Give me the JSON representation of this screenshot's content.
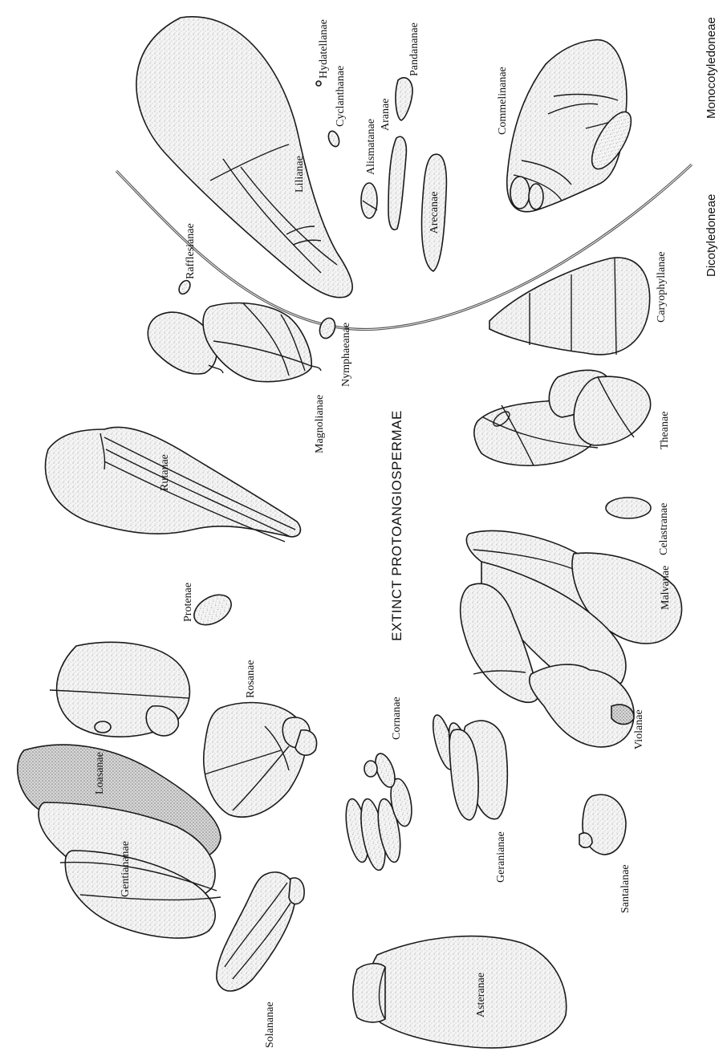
{
  "labels": {
    "monocotyledoneae": "Monocotyledoneae",
    "dicotyledoneae": "Dicotyledoneae",
    "extinct": "EXTINCT PROTOANGIOSPERMAE",
    "hydatellanae": "Hydatellanae",
    "cyclanthanae": "Cyclanthanae",
    "pandananae": "Pandananae",
    "alismatanae": "Alismatanae",
    "aranae": "Aranae",
    "arecanae": "Arecanae",
    "commelinanae": "Commelinanae",
    "lilianae": "Lilianae",
    "rafflesianae": "Rafflesianae",
    "caryophyllanae": "Caryophyllanae",
    "nymphaeanae": "Nymphaeanae",
    "magnolianae": "Magnolianae",
    "theanae": "Theanae",
    "celastranae": "Celastranae",
    "rutanae": "Rutanae",
    "malvanae": "Malvanae",
    "protenae": "Protenae",
    "violanae": "Violanae",
    "rosanae": "Rosanae",
    "cornanae": "Cornanae",
    "loasanae": "Loasanae",
    "geranianae": "Geranianae",
    "santalanae": "Santalanae",
    "gentiananae": "Gentiananae",
    "asteranae": "Asteranae",
    "solananae": "Solananae"
  }
}
